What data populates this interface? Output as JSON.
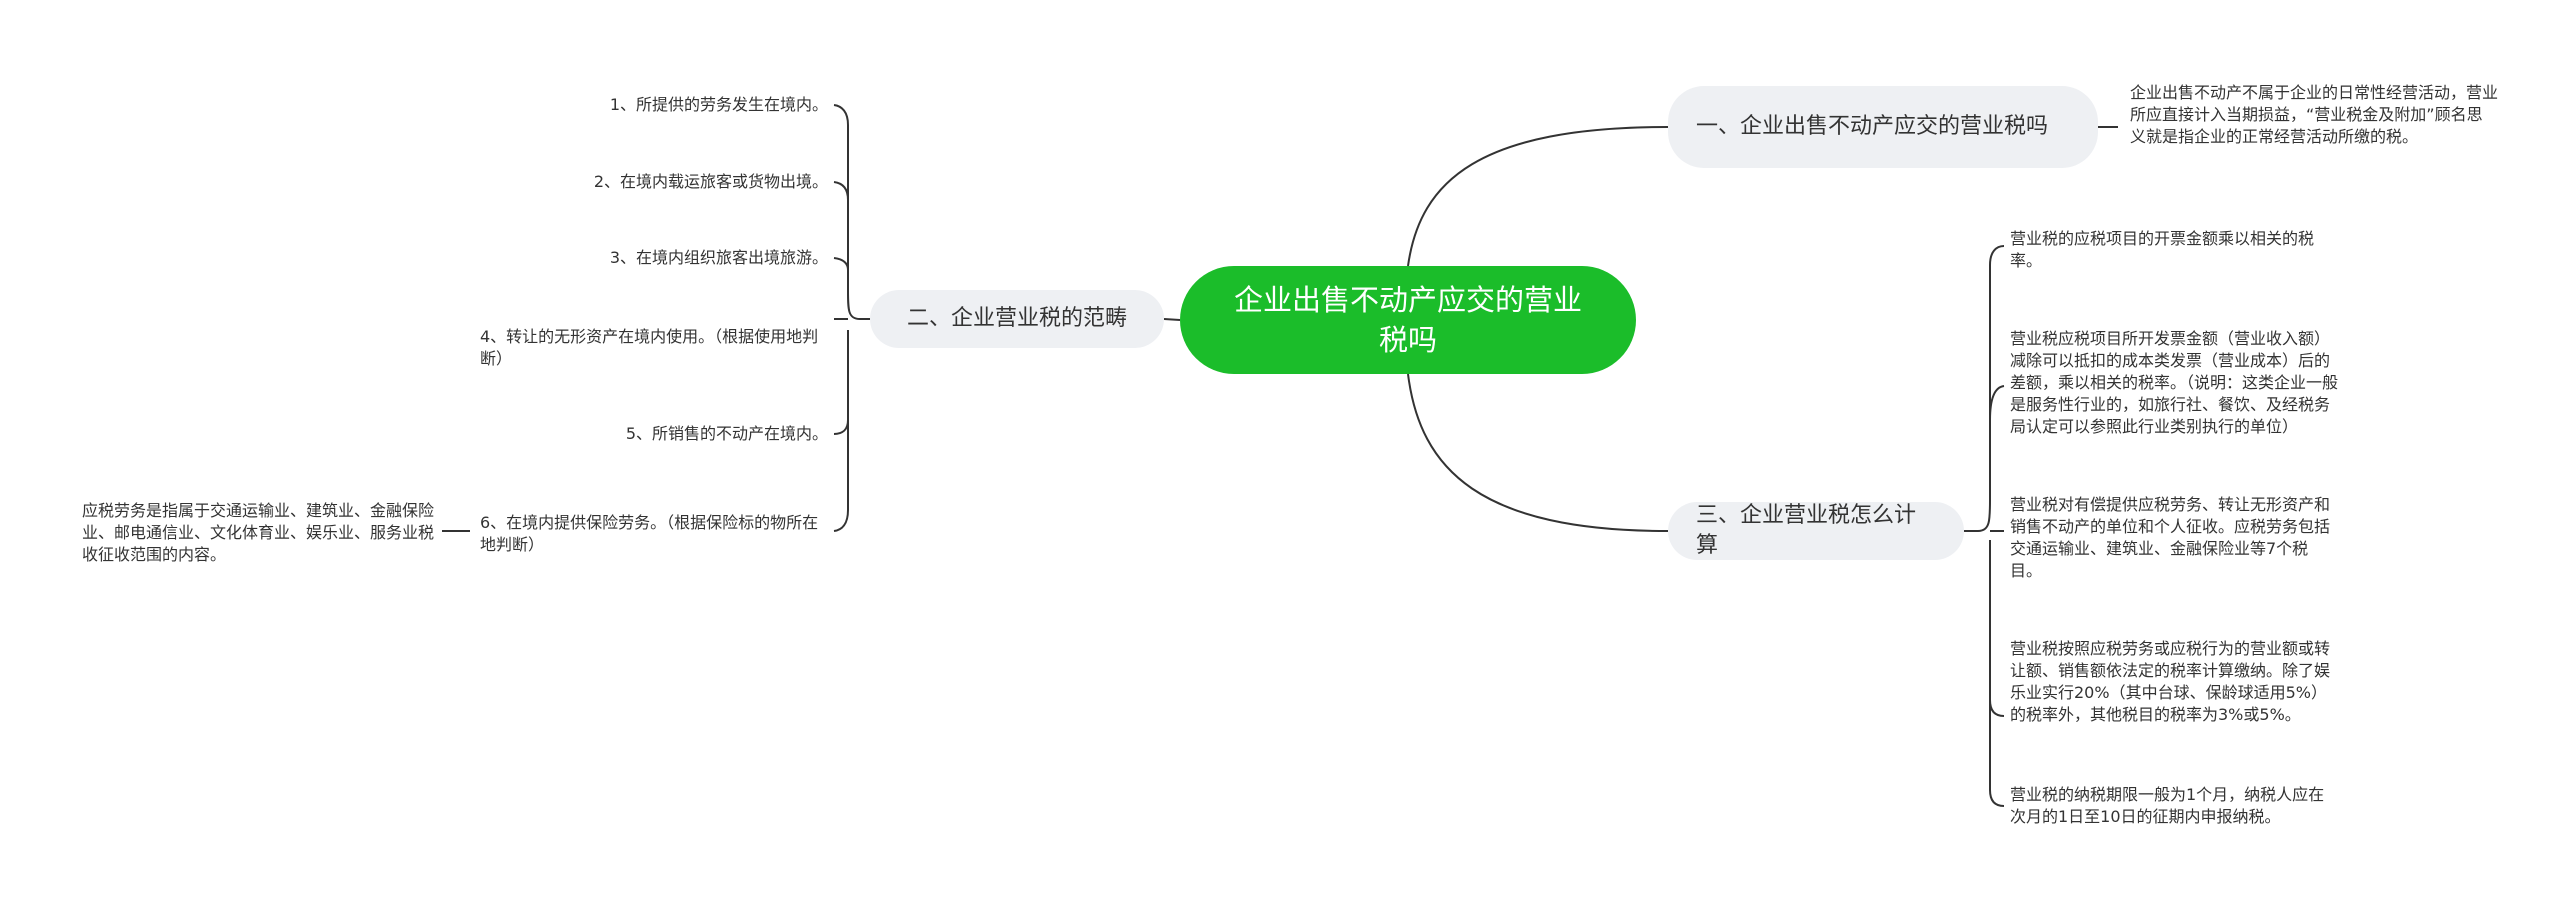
{
  "root": {
    "title": "企业出售不动产应交的营业税吗"
  },
  "branches": {
    "b1": {
      "title": "一、企业出售不动产应交的营业税吗",
      "leaves": [
        "企业出售不动产不属于企业的日常性经营活动，营业所应直接计入当期损益，“营业税金及附加”顾名思义就是指企业的正常经营活动所缴的税。"
      ]
    },
    "b2": {
      "title": "二、企业营业税的范畴",
      "leaves": [
        "1、所提供的劳务发生在境内。",
        "2、在境内载运旅客或货物出境。",
        "3、在境内组织旅客出境旅游。",
        "4、转让的无形资产在境内使用。（根据使用地判断）",
        "5、所销售的不动产在境内。",
        "6、在境内提供保险劳务。（根据保险标的物所在地判断）"
      ],
      "sub_leaf": "应税劳务是指属于交通运输业、建筑业、金融保险业、邮电通信业、文化体育业、娱乐业、服务业税收征收范围的内容。"
    },
    "b3": {
      "title": "三、企业营业税怎么计算",
      "leaves": [
        "营业税的应税项目的开票金额乘以相关的税率。",
        "营业税应税项目所开发票金额（营业收入额）减除可以抵扣的成本类发票（营业成本）后的差额，乘以相关的税率。（说明：这类企业一般是服务性行业的，如旅行社、餐饮、及经税务局认定可以参照此行业类别执行的单位）",
        "营业税对有偿提供应税劳务、转让无形资产和销售不动产的单位和个人征收。应税劳务包括交通运输业、建筑业、金融保险业等7个税目。",
        "营业税按照应税劳务或应税行为的营业额或转让额、销售额依法定的税率计算缴纳。除了娱乐业实行20%（其中台球、保龄球适用5%）的税率外，其他税目的税率为3%或5%。",
        "营业税的纳税期限一般为1个月，纳税人应在次月的1日至10日的征期内申报纳税。"
      ]
    }
  },
  "colors": {
    "root": "#1bbd2a",
    "branch_bg": "#eef0f3",
    "line": "#333333",
    "text": "#333333"
  }
}
